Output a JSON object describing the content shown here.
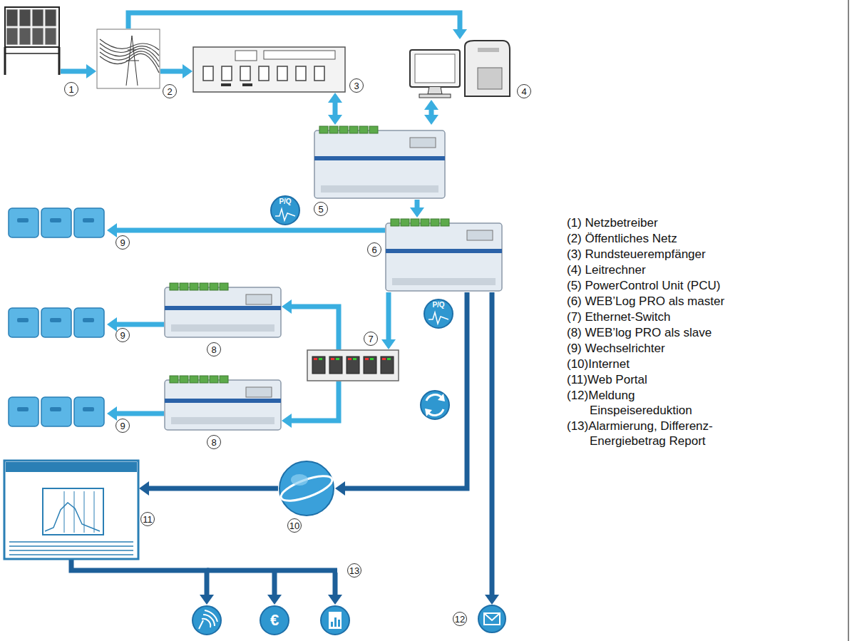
{
  "diagram": {
    "nodes": [
      {
        "text": [
          "1"
        ]
      },
      {
        "text": [
          "2"
        ]
      },
      {
        "text": [
          "3"
        ]
      },
      {
        "text": [
          "4"
        ]
      },
      {
        "text": [
          "5"
        ]
      },
      {
        "text": [
          "6"
        ]
      },
      {
        "text": [
          "9"
        ]
      },
      {
        "text": [
          "8"
        ]
      },
      {
        "text": [
          "9"
        ]
      },
      {
        "text": [
          "7"
        ]
      },
      {
        "text": [
          "8"
        ]
      },
      {
        "text": [
          "9"
        ]
      },
      {
        "text": [
          "10"
        ]
      },
      {
        "text": [
          "11"
        ]
      },
      {
        "text": [
          "13"
        ]
      },
      {
        "text": [
          "12"
        ]
      }
    ],
    "edges": [
      {
        "from": 0,
        "to": 1,
        "arrow": "to"
      },
      {
        "from": 1,
        "to": 2,
        "arrow": "to"
      },
      {
        "from": 1,
        "to": 3,
        "arrow": "to"
      },
      {
        "from": 2,
        "to": 4,
        "arrow": "both"
      },
      {
        "from": 3,
        "to": 4,
        "arrow": "both"
      },
      {
        "from": 4,
        "to": 5,
        "arrow": "to"
      },
      {
        "from": 5,
        "to": 6,
        "arrow": "to"
      },
      {
        "from": 5,
        "to": 9,
        "arrow": "to"
      },
      {
        "from": 9,
        "to": 7,
        "arrow": "to"
      },
      {
        "from": 9,
        "to": 10,
        "arrow": "to"
      },
      {
        "from": 7,
        "to": 8,
        "arrow": "to"
      },
      {
        "from": 10,
        "to": 11,
        "arrow": "to"
      },
      {
        "from": 5,
        "to": 12,
        "arrow": "to"
      },
      {
        "from": 5,
        "to": 15,
        "arrow": "to"
      },
      {
        "from": 12,
        "to": 13,
        "arrow": "to"
      },
      {
        "from": 13,
        "to": 14,
        "arrow": "to"
      }
    ],
    "labels": [
      "P/Q",
      "P/Q",
      "(1) Netzbetreiber",
      "(2) Öffentliches Netz",
      "(3) Rundsteuerempfänger",
      "(4) Leitrechner",
      "(5) PowerControl Unit (PCU)",
      "(6) WEB’Log PRO als master",
      "(7) Ethernet-Switch",
      "(8) WEB’log PRO als slave",
      "(9) Wechselrichter",
      "(10)Internet",
      "(11)Web Portal",
      "(12)Meldung Einspeisereduktion",
      "(13)Alarmierung, Differenz- Energiebetrag Report",
      "€"
    ]
  }
}
